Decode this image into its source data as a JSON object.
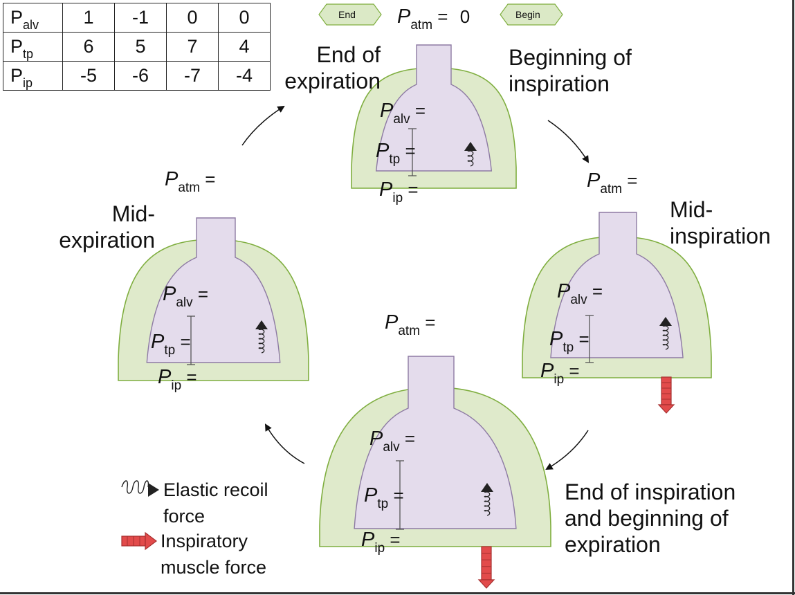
{
  "table": {
    "rows": [
      {
        "base": "P",
        "sub": "alv",
        "values": [
          "1",
          "-1",
          "0",
          "0"
        ]
      },
      {
        "base": "P",
        "sub": "tp",
        "values": [
          "6",
          "5",
          "7",
          "4"
        ]
      },
      {
        "base": "P",
        "sub": "ip",
        "values": [
          "-5",
          "-6",
          "-7",
          "-4"
        ]
      }
    ]
  },
  "nav": {
    "end_label": "End",
    "begin_label": "Begin"
  },
  "symbols": {
    "p": "P",
    "atm": "atm",
    "alv": "alv",
    "tp": "tp",
    "ip": "ip",
    "eq": "=",
    "top_atm_value": "0"
  },
  "stages": {
    "end_expiration": [
      "End of",
      "expiration"
    ],
    "beginning_inspiration": [
      "Beginning of",
      "inspiration"
    ],
    "mid_inspiration": [
      "Mid-",
      "inspiration"
    ],
    "end_inspiration": [
      "End of inspiration",
      "and beginning of",
      "expiration"
    ],
    "mid_expiration": [
      "Mid-",
      "expiration"
    ]
  },
  "legend": {
    "elastic": [
      "Elastic recoil",
      "force"
    ],
    "muscle": [
      "Inspiratory",
      "muscle force"
    ]
  },
  "colors": {
    "pleura_fill": "#dfeacb",
    "pleura_stroke": "#7fae3f",
    "lung_fill": "#e4dcec",
    "lung_stroke": "#8d7aa3",
    "muscle_arrow": "#e24b4b",
    "muscle_arrow_dark": "#a72f2f",
    "button_fill": "#dbe9c6"
  }
}
